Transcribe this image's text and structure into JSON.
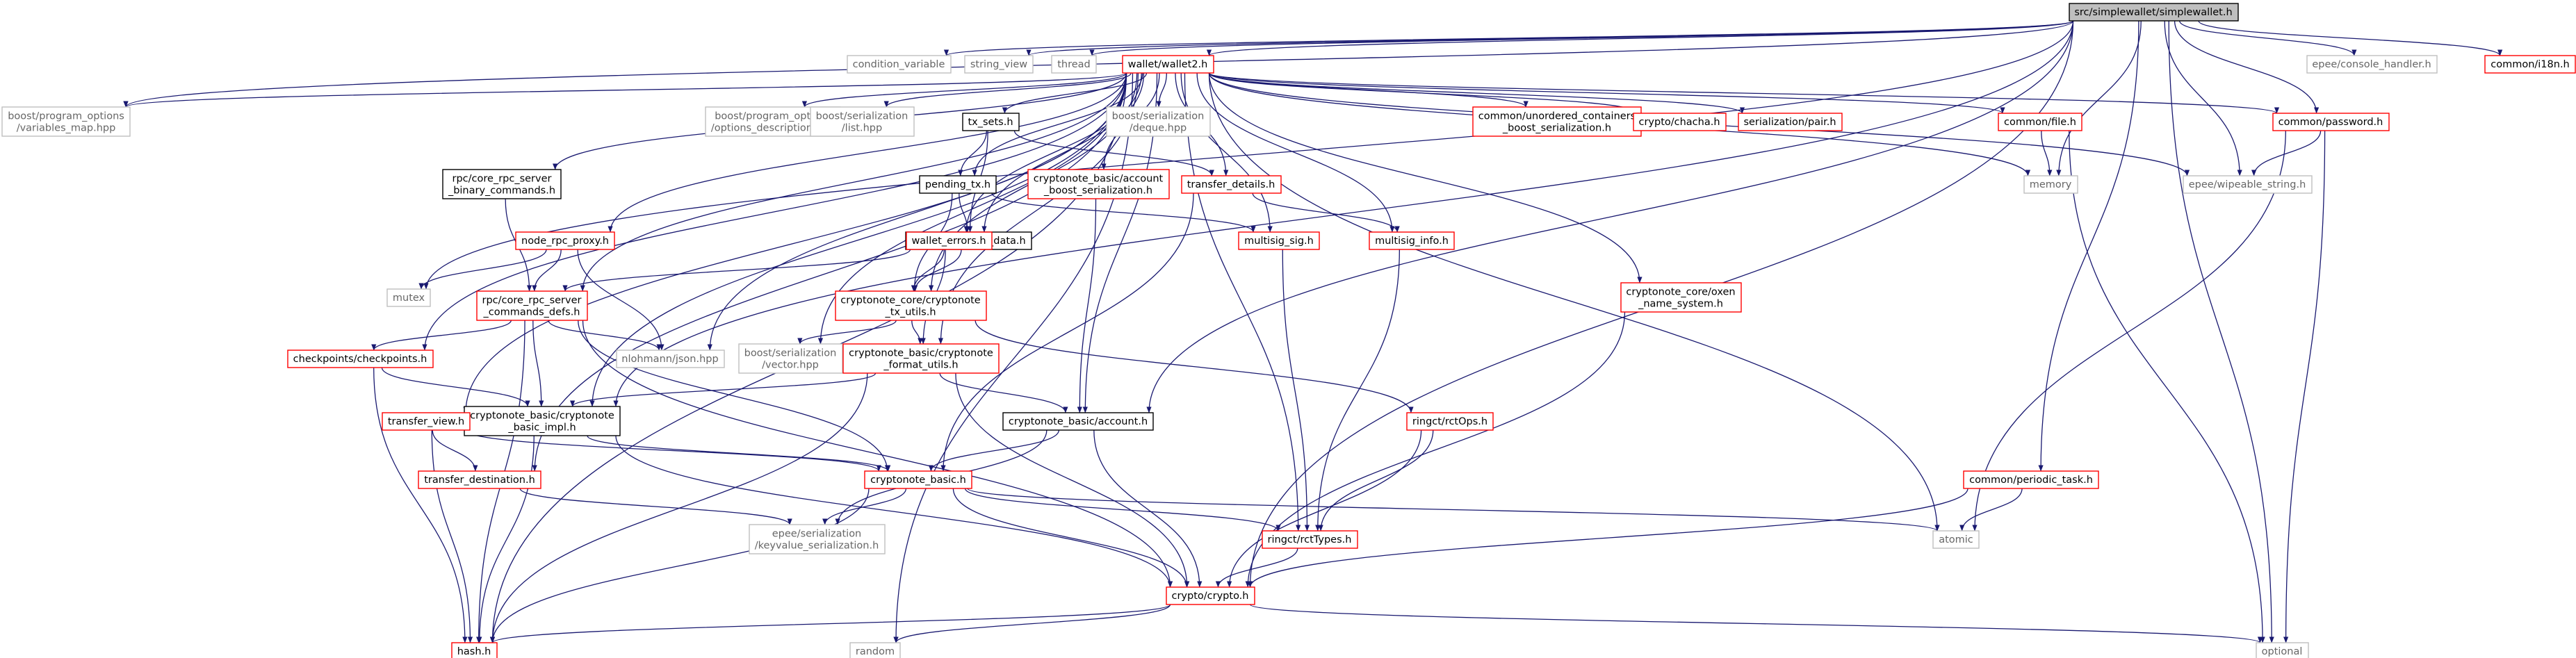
{
  "colors": {
    "root_fill": "#bfbfbf",
    "root_border": "#000000",
    "internal_border": "#000000",
    "missing_border": "#ff0000",
    "external_border": "#bfbfbf",
    "external_text": "#666666",
    "text": "#000000",
    "edge": "#191970"
  },
  "graph": {
    "nodes": [
      {
        "id": "root",
        "kind": "root",
        "lines": [
          "src/simplewallet/simplewallet.h"
        ]
      },
      {
        "id": "condvar",
        "kind": "external",
        "lines": [
          "condition_variable"
        ]
      },
      {
        "id": "string_view",
        "kind": "external",
        "lines": [
          "string_view"
        ]
      },
      {
        "id": "thread",
        "kind": "external",
        "lines": [
          "thread"
        ]
      },
      {
        "id": "wallet2",
        "kind": "missing",
        "lines": [
          "wallet/wallet2.h"
        ]
      },
      {
        "id": "console_handler",
        "kind": "external",
        "lines": [
          "epee/console_handler.h"
        ]
      },
      {
        "id": "i18n",
        "kind": "missing",
        "lines": [
          "common/i18n.h"
        ]
      },
      {
        "id": "po_varmap",
        "kind": "external",
        "lines": [
          "boost/program_options",
          "/variables_map.hpp"
        ]
      },
      {
        "id": "po_optdesc",
        "kind": "external",
        "lines": [
          "boost/program_options",
          "/options_description.hpp"
        ]
      },
      {
        "id": "ser_list",
        "kind": "external",
        "lines": [
          "boost/serialization",
          "/list.hpp"
        ]
      },
      {
        "id": "tx_sets",
        "kind": "internal",
        "lines": [
          "tx_sets.h"
        ]
      },
      {
        "id": "ser_deque",
        "kind": "external",
        "lines": [
          "boost/serialization",
          "/deque.hpp"
        ]
      },
      {
        "id": "unordered_ser",
        "kind": "missing",
        "lines": [
          "common/unordered_containers",
          "_boost_serialization.h"
        ]
      },
      {
        "id": "chacha",
        "kind": "missing",
        "lines": [
          "crypto/chacha.h"
        ]
      },
      {
        "id": "ser_pair",
        "kind": "missing",
        "lines": [
          "serialization/pair.h"
        ]
      },
      {
        "id": "common_file",
        "kind": "missing",
        "lines": [
          "common/file.h"
        ]
      },
      {
        "id": "common_password",
        "kind": "missing",
        "lines": [
          "common/password.h"
        ]
      },
      {
        "id": "memory",
        "kind": "external",
        "lines": [
          "memory"
        ]
      },
      {
        "id": "wipeable",
        "kind": "external",
        "lines": [
          "epee/wipeable_string.h"
        ]
      },
      {
        "id": "rpc_binary",
        "kind": "internal",
        "lines": [
          "rpc/core_rpc_server",
          "_binary_commands.h"
        ]
      },
      {
        "id": "pending_tx",
        "kind": "internal",
        "lines": [
          "pending_tx.h"
        ]
      },
      {
        "id": "account_boost",
        "kind": "missing",
        "lines": [
          "cryptonote_basic/account",
          "_boost_serialization.h"
        ]
      },
      {
        "id": "transfer_details",
        "kind": "missing",
        "lines": [
          "transfer_details.h"
        ]
      },
      {
        "id": "node_rpc_proxy",
        "kind": "missing",
        "lines": [
          "node_rpc_proxy.h"
        ]
      },
      {
        "id": "tx_construction",
        "kind": "internal",
        "lines": [
          "tx_construction_data.h"
        ]
      },
      {
        "id": "wallet_errors",
        "kind": "missing",
        "lines": [
          "wallet_errors.h"
        ]
      },
      {
        "id": "multisig_sig",
        "kind": "missing",
        "lines": [
          "multisig_sig.h"
        ]
      },
      {
        "id": "multisig_info",
        "kind": "missing",
        "lines": [
          "multisig_info.h"
        ]
      },
      {
        "id": "mutex",
        "kind": "external",
        "lines": [
          "mutex"
        ]
      },
      {
        "id": "rpc_defs",
        "kind": "missing",
        "lines": [
          "rpc/core_rpc_server",
          "_commands_defs.h"
        ]
      },
      {
        "id": "cn_tx_utils",
        "kind": "missing",
        "lines": [
          "cryptonote_core/cryptonote",
          "_tx_utils.h"
        ]
      },
      {
        "id": "oxen_ns",
        "kind": "missing",
        "lines": [
          "cryptonote_core/oxen",
          "_name_system.h"
        ]
      },
      {
        "id": "checkpoints",
        "kind": "missing",
        "lines": [
          "checkpoints/checkpoints.h"
        ]
      },
      {
        "id": "nlohmann",
        "kind": "external",
        "lines": [
          "nlohmann/json.hpp"
        ]
      },
      {
        "id": "ser_vector",
        "kind": "external",
        "lines": [
          "boost/serialization",
          "/vector.hpp"
        ]
      },
      {
        "id": "format_utils",
        "kind": "missing",
        "lines": [
          "cryptonote_basic/cryptonote",
          "_format_utils.h"
        ]
      },
      {
        "id": "basic_impl",
        "kind": "internal",
        "lines": [
          "cryptonote_basic/cryptonote",
          "_basic_impl.h"
        ]
      },
      {
        "id": "cn_account",
        "kind": "internal",
        "lines": [
          "cryptonote_basic/account.h"
        ]
      },
      {
        "id": "rctops",
        "kind": "missing",
        "lines": [
          "ringct/rctOps.h"
        ]
      },
      {
        "id": "transfer_view",
        "kind": "missing",
        "lines": [
          "transfer_view.h"
        ]
      },
      {
        "id": "transfer_destination",
        "kind": "missing",
        "lines": [
          "transfer_destination.h"
        ]
      },
      {
        "id": "cn_basic",
        "kind": "missing",
        "lines": [
          "cryptonote_basic.h"
        ]
      },
      {
        "id": "periodic_task",
        "kind": "missing",
        "lines": [
          "common/periodic_task.h"
        ]
      },
      {
        "id": "keyvalue_ser",
        "kind": "external",
        "lines": [
          "epee/serialization",
          "/keyvalue_serialization.h"
        ]
      },
      {
        "id": "atomic",
        "kind": "external",
        "lines": [
          "atomic"
        ]
      },
      {
        "id": "rcttypes",
        "kind": "missing",
        "lines": [
          "ringct/rctTypes.h"
        ]
      },
      {
        "id": "crypto",
        "kind": "missing",
        "lines": [
          "crypto/crypto.h"
        ]
      },
      {
        "id": "hash",
        "kind": "missing",
        "lines": [
          "hash.h"
        ]
      },
      {
        "id": "random",
        "kind": "external",
        "lines": [
          "random"
        ]
      },
      {
        "id": "optional",
        "kind": "external",
        "lines": [
          "optional"
        ]
      }
    ],
    "edges": [
      [
        "root",
        "condvar"
      ],
      [
        "root",
        "string_view"
      ],
      [
        "root",
        "thread"
      ],
      [
        "root",
        "wallet2"
      ],
      [
        "root",
        "console_handler"
      ],
      [
        "root",
        "i18n"
      ],
      [
        "root",
        "po_varmap"
      ],
      [
        "root",
        "mutex"
      ],
      [
        "root",
        "common_password"
      ],
      [
        "root",
        "wipeable"
      ],
      [
        "root",
        "memory"
      ],
      [
        "root",
        "optional"
      ],
      [
        "root",
        "crypto"
      ],
      [
        "root",
        "cn_account"
      ],
      [
        "root",
        "periodic_task"
      ],
      [
        "root",
        "basic_impl"
      ],
      [
        "wallet2",
        "po_varmap"
      ],
      [
        "wallet2",
        "po_optdesc"
      ],
      [
        "wallet2",
        "ser_list"
      ],
      [
        "wallet2",
        "tx_sets"
      ],
      [
        "wallet2",
        "ser_deque"
      ],
      [
        "wallet2",
        "unordered_ser"
      ],
      [
        "wallet2",
        "chacha"
      ],
      [
        "wallet2",
        "ser_pair"
      ],
      [
        "wallet2",
        "common_file"
      ],
      [
        "wallet2",
        "common_password"
      ],
      [
        "wallet2",
        "memory"
      ],
      [
        "wallet2",
        "wipeable"
      ],
      [
        "wallet2",
        "rpc_binary"
      ],
      [
        "wallet2",
        "pending_tx"
      ],
      [
        "wallet2",
        "account_boost"
      ],
      [
        "wallet2",
        "transfer_details"
      ],
      [
        "wallet2",
        "node_rpc_proxy"
      ],
      [
        "wallet2",
        "tx_construction"
      ],
      [
        "wallet2",
        "wallet_errors"
      ],
      [
        "wallet2",
        "multisig_sig"
      ],
      [
        "wallet2",
        "multisig_info"
      ],
      [
        "wallet2",
        "rpc_defs"
      ],
      [
        "wallet2",
        "cn_tx_utils"
      ],
      [
        "wallet2",
        "oxen_ns"
      ],
      [
        "wallet2",
        "checkpoints"
      ],
      [
        "wallet2",
        "nlohmann"
      ],
      [
        "wallet2",
        "ser_vector"
      ],
      [
        "wallet2",
        "format_utils"
      ],
      [
        "wallet2",
        "basic_impl"
      ],
      [
        "wallet2",
        "cn_account"
      ],
      [
        "wallet2",
        "transfer_view"
      ],
      [
        "wallet2",
        "transfer_destination"
      ],
      [
        "wallet2",
        "rcttypes"
      ],
      [
        "wallet2",
        "atomic"
      ],
      [
        "wallet2",
        "hash"
      ],
      [
        "wallet2",
        "random"
      ],
      [
        "tx_sets",
        "pending_tx"
      ],
      [
        "tx_sets",
        "tx_construction"
      ],
      [
        "tx_sets",
        "transfer_details"
      ],
      [
        "pending_tx",
        "tx_construction"
      ],
      [
        "pending_tx",
        "cn_tx_utils"
      ],
      [
        "pending_tx",
        "multisig_sig"
      ],
      [
        "tx_construction",
        "cn_tx_utils"
      ],
      [
        "common_file",
        "memory"
      ],
      [
        "common_file",
        "optional"
      ],
      [
        "common_password",
        "wipeable"
      ],
      [
        "common_password",
        "optional"
      ],
      [
        "common_password",
        "atomic"
      ],
      [
        "account_boost",
        "cn_account"
      ],
      [
        "transfer_details",
        "multisig_info"
      ],
      [
        "transfer_details",
        "cn_basic"
      ],
      [
        "rpc_binary",
        "rpc_defs"
      ],
      [
        "node_rpc_proxy",
        "rpc_defs"
      ],
      [
        "node_rpc_proxy",
        "mutex"
      ],
      [
        "node_rpc_proxy",
        "nlohmann"
      ],
      [
        "wallet_errors",
        "rpc_defs"
      ],
      [
        "wallet_errors",
        "cn_tx_utils"
      ],
      [
        "wallet_errors",
        "format_utils"
      ],
      [
        "multisig_sig",
        "rcttypes"
      ],
      [
        "multisig_info",
        "rcttypes"
      ],
      [
        "rpc_defs",
        "checkpoints"
      ],
      [
        "rpc_defs",
        "basic_impl"
      ],
      [
        "rpc_defs",
        "cn_basic"
      ],
      [
        "rpc_defs",
        "hash"
      ],
      [
        "rpc_defs",
        "nlohmann"
      ],
      [
        "rpc_defs",
        "crypto"
      ],
      [
        "cn_tx_utils",
        "format_utils"
      ],
      [
        "cn_tx_utils",
        "ser_vector"
      ],
      [
        "cn_tx_utils",
        "rctops"
      ],
      [
        "oxen_ns",
        "crypto"
      ],
      [
        "checkpoints",
        "basic_impl"
      ],
      [
        "checkpoints",
        "hash"
      ],
      [
        "format_utils",
        "basic_impl"
      ],
      [
        "format_utils",
        "cn_account"
      ],
      [
        "format_utils",
        "crypto"
      ],
      [
        "format_utils",
        "hash"
      ],
      [
        "basic_impl",
        "cn_basic"
      ],
      [
        "basic_impl",
        "hash"
      ],
      [
        "basic_impl",
        "crypto"
      ],
      [
        "cn_account",
        "cn_basic"
      ],
      [
        "cn_account",
        "crypto"
      ],
      [
        "cn_account",
        "keyvalue_ser"
      ],
      [
        "rctops",
        "rcttypes"
      ],
      [
        "rctops",
        "crypto"
      ],
      [
        "transfer_view",
        "transfer_destination"
      ],
      [
        "transfer_view",
        "cn_basic"
      ],
      [
        "transfer_view",
        "hash"
      ],
      [
        "transfer_destination",
        "keyvalue_ser"
      ],
      [
        "cn_basic",
        "keyvalue_ser"
      ],
      [
        "cn_basic",
        "rcttypes"
      ],
      [
        "cn_basic",
        "crypto"
      ],
      [
        "cn_basic",
        "hash"
      ],
      [
        "cn_basic",
        "atomic"
      ],
      [
        "periodic_task",
        "atomic"
      ],
      [
        "periodic_task",
        "crypto"
      ],
      [
        "rcttypes",
        "crypto"
      ],
      [
        "crypto",
        "hash"
      ],
      [
        "crypto",
        "random"
      ],
      [
        "crypto",
        "optional"
      ]
    ]
  }
}
